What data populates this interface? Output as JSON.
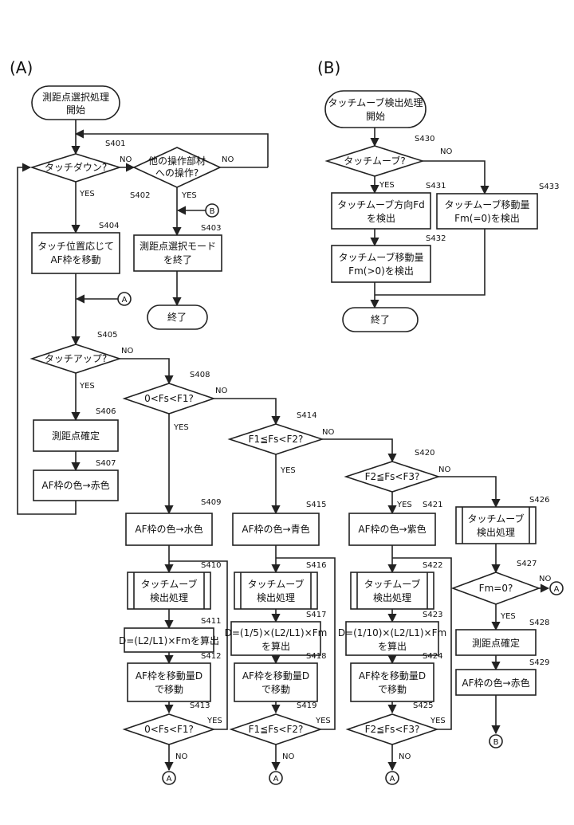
{
  "panels": {
    "a": "(A)",
    "b": "(B)"
  },
  "a": {
    "start": {
      "l1": "測距点選択処理",
      "l2": "開始"
    },
    "d401": {
      "text": "タッチダウン?",
      "label": "S401"
    },
    "d402": {
      "l1": "他の操作部材",
      "l2": "への操作?",
      "label": "S402"
    },
    "s403": {
      "l1": "測距点選択モード",
      "l2": "を終了",
      "label": "S403"
    },
    "s404": {
      "l1": "タッチ位置応じて",
      "l2": "AF枠を移動",
      "label": "S404"
    },
    "end": "終了",
    "d405": {
      "text": "タッチアップ?",
      "label": "S405"
    },
    "s406": {
      "text": "測距点確定",
      "label": "S406"
    },
    "s407": {
      "text": "AF枠の色→赤色",
      "label": "S407"
    },
    "d408": {
      "text": "0<Fs<F1?",
      "label": "S408"
    },
    "s409": {
      "text": "AF枠の色→水色",
      "label": "S409"
    },
    "s410": {
      "l1": "タッチムーブ",
      "l2": "検出処理",
      "label": "S410"
    },
    "s411": {
      "text": "D=(L2/L1)×Fmを算出",
      "label": "S411"
    },
    "s412": {
      "l1": "AF枠を移動量D",
      "l2": "で移動",
      "label": "S412"
    },
    "d413": {
      "text": "0<Fs<F1?",
      "label": "S413"
    },
    "d414": {
      "text": "F1≦Fs<F2?",
      "label": "S414"
    },
    "s415": {
      "text": "AF枠の色→青色",
      "label": "S415"
    },
    "s416": {
      "l1": "タッチムーブ",
      "l2": "検出処理",
      "label": "S416"
    },
    "s417": {
      "l1": "D=(1/5)×(L2/L1)×Fm",
      "l2": "を算出",
      "label": "S417"
    },
    "s418": {
      "l1": "AF枠を移動量D",
      "l2": "で移動",
      "label": "S418"
    },
    "d419": {
      "text": "F1≦Fs<F2?",
      "label": "S419"
    },
    "d420": {
      "text": "F2≦Fs<F3?",
      "label": "S420"
    },
    "s421": {
      "text": "AF枠の色→紫色",
      "label": "S421"
    },
    "s422": {
      "l1": "タッチムーブ",
      "l2": "検出処理",
      "label": "S422"
    },
    "s423": {
      "l1": "D=(1/10)×(L2/L1)×Fm",
      "l2": "を算出",
      "label": "S423"
    },
    "s424": {
      "l1": "AF枠を移動量D",
      "l2": "で移動",
      "label": "S424"
    },
    "d425": {
      "text": "F2≦Fs<F3?",
      "label": "S425"
    },
    "s426": {
      "l1": "タッチムーブ",
      "l2": "検出処理",
      "label": "S426"
    },
    "d427": {
      "text": "Fm=0?",
      "label": "S427"
    },
    "s428": {
      "text": "測距点確定",
      "label": "S428"
    },
    "s429": {
      "text": "AF枠の色→赤色",
      "label": "S429"
    }
  },
  "b": {
    "start": {
      "l1": "タッチムーブ検出処理",
      "l2": "開始"
    },
    "d430": {
      "text": "タッチムーブ?",
      "label": "S430"
    },
    "s431": {
      "l1": "タッチムーブ方向Fd",
      "l2": "を検出",
      "label": "S431"
    },
    "s432": {
      "l1": "タッチムーブ移動量",
      "l2": "Fm(>0)を検出",
      "label": "S432"
    },
    "s433": {
      "l1": "タッチムーブ移動量",
      "l2": "Fm(=0)を検出",
      "label": "S433"
    },
    "end": "終了"
  },
  "words": {
    "yes": "YES",
    "no": "NO"
  },
  "connectors": {
    "a": "A",
    "b": "B"
  }
}
